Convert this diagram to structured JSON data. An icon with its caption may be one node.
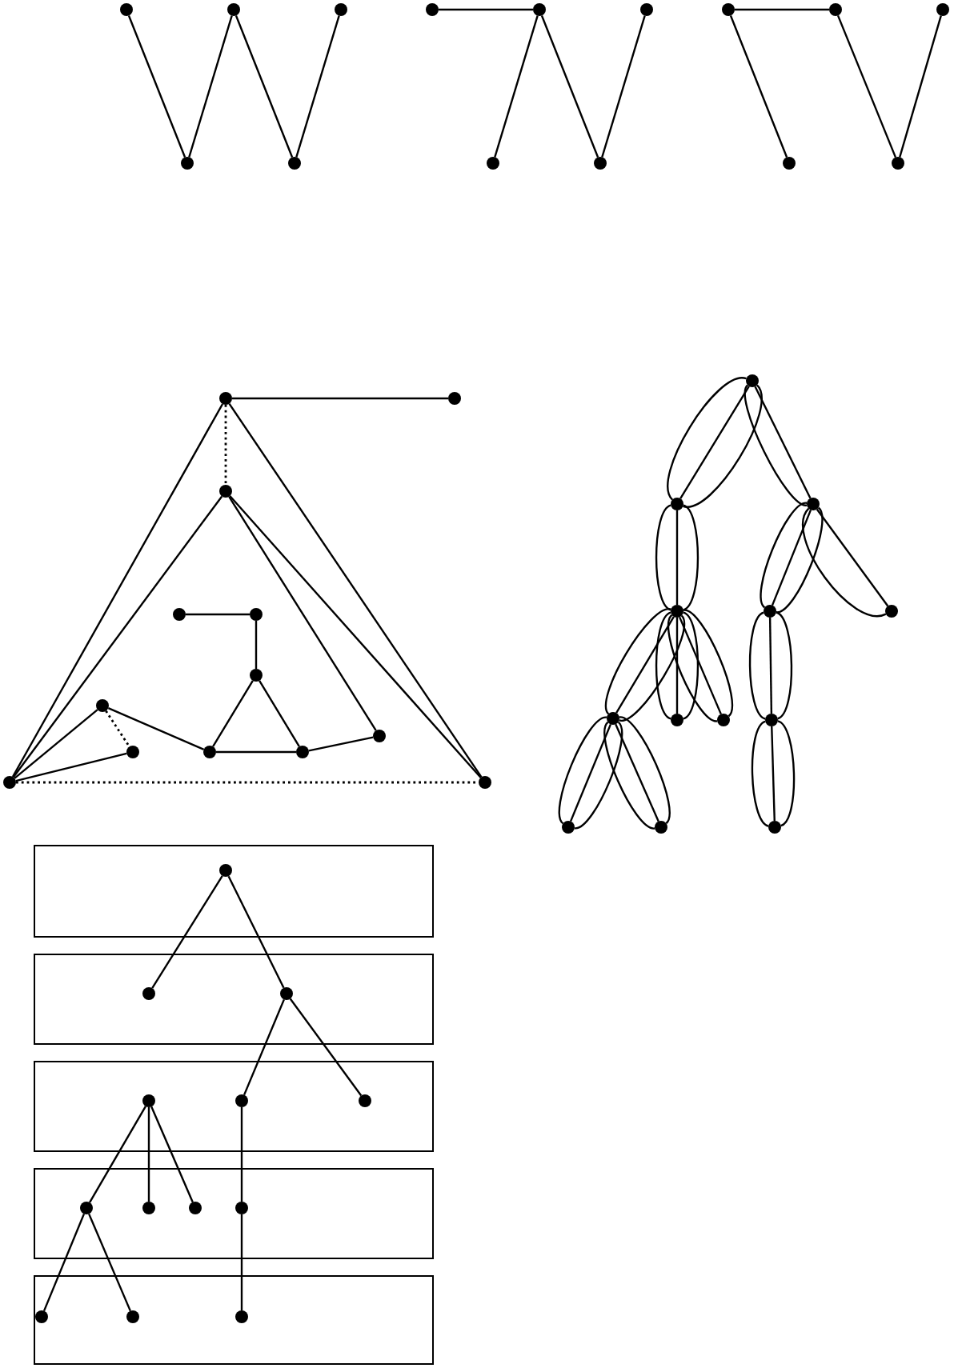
{
  "diagram": {
    "nodes": [
      {
        "text": [],
        "shape": "circle"
      },
      {
        "text": [],
        "shape": "circle"
      },
      {
        "text": [],
        "shape": "circle"
      },
      {
        "text": [],
        "shape": "circle"
      },
      {
        "text": [],
        "shape": "circle"
      },
      {
        "text": [],
        "shape": "circle"
      },
      {
        "text": [],
        "shape": "circle"
      },
      {
        "text": [],
        "shape": "circle"
      },
      {
        "text": [],
        "shape": "circle"
      },
      {
        "text": [],
        "shape": "circle"
      },
      {
        "text": [],
        "shape": "circle"
      },
      {
        "text": [],
        "shape": "circle"
      },
      {
        "text": [],
        "shape": "circle"
      },
      {
        "text": [],
        "shape": "circle"
      },
      {
        "text": [],
        "shape": "circle"
      },
      {
        "text": [],
        "shape": "circle"
      },
      {
        "text": [],
        "shape": "circle"
      },
      {
        "text": [],
        "shape": "circle"
      },
      {
        "text": [],
        "shape": "circle"
      },
      {
        "text": [],
        "shape": "circle"
      },
      {
        "text": [],
        "shape": "circle"
      },
      {
        "text": [],
        "shape": "circle"
      },
      {
        "text": [],
        "shape": "circle"
      },
      {
        "text": [],
        "shape": "circle"
      },
      {
        "text": [],
        "shape": "circle"
      },
      {
        "text": [],
        "shape": "circle"
      },
      {
        "text": [],
        "shape": "circle"
      },
      {
        "text": [],
        "shape": "circle"
      },
      {
        "text": [],
        "shape": "circle"
      },
      {
        "text": [],
        "shape": "circle"
      },
      {
        "text": [],
        "shape": "circle"
      },
      {
        "text": [],
        "shape": "circle"
      },
      {
        "text": [],
        "shape": "circle"
      },
      {
        "text": [],
        "shape": "circle"
      },
      {
        "text": [],
        "shape": "circle"
      },
      {
        "text": [],
        "shape": "circle"
      },
      {
        "text": [],
        "shape": "circle"
      },
      {
        "text": [],
        "shape": "circle"
      },
      {
        "text": [],
        "shape": "circle"
      },
      {
        "text": [],
        "shape": "circle"
      },
      {
        "text": [],
        "shape": "circle"
      },
      {
        "text": [],
        "shape": "box"
      },
      {
        "text": [],
        "shape": "circle",
        "in": 41
      },
      {
        "text": [],
        "shape": "box"
      },
      {
        "text": [],
        "shape": "circle",
        "in": 43
      },
      {
        "text": [],
        "shape": "circle",
        "in": 43
      },
      {
        "text": [],
        "shape": "box"
      },
      {
        "text": [],
        "shape": "circle",
        "in": 46
      },
      {
        "text": [],
        "shape": "circle",
        "in": 46
      },
      {
        "text": [],
        "shape": "circle",
        "in": 46
      },
      {
        "text": [],
        "shape": "box"
      },
      {
        "text": [],
        "shape": "circle",
        "in": 50
      },
      {
        "text": [],
        "shape": "circle",
        "in": 50
      },
      {
        "text": [],
        "shape": "circle",
        "in": 50
      },
      {
        "text": [],
        "shape": "circle",
        "in": 50
      },
      {
        "text": [],
        "shape": "box"
      },
      {
        "text": [],
        "shape": "circle",
        "in": 55
      },
      {
        "text": [],
        "shape": "circle",
        "in": 55
      },
      {
        "text": [],
        "shape": "circle",
        "in": 55
      }
    ],
    "edges": [
      {
        "from": 0,
        "to": 3,
        "arrow": "none"
      },
      {
        "from": 3,
        "to": 1,
        "arrow": "none"
      },
      {
        "from": 1,
        "to": 4,
        "arrow": "none"
      },
      {
        "from": 4,
        "to": 2,
        "arrow": "none"
      },
      {
        "from": 5,
        "to": 6,
        "arrow": "none"
      },
      {
        "from": 6,
        "to": 8,
        "arrow": "none"
      },
      {
        "from": 6,
        "to": 9,
        "arrow": "none"
      },
      {
        "from": 9,
        "to": 7,
        "arrow": "none"
      },
      {
        "from": 10,
        "to": 11,
        "arrow": "none"
      },
      {
        "from": 10,
        "to": 13,
        "arrow": "none"
      },
      {
        "from": 11,
        "to": 14,
        "arrow": "none"
      },
      {
        "from": 14,
        "to": 12,
        "arrow": "none"
      },
      {
        "from": 15,
        "to": 16,
        "arrow": "none"
      },
      {
        "from": 15,
        "to": 17,
        "arrow": "none",
        "style": "dashed"
      },
      {
        "from": 15,
        "to": 26,
        "arrow": "none"
      },
      {
        "from": 15,
        "to": 27,
        "arrow": "none"
      },
      {
        "from": 17,
        "to": 26,
        "arrow": "none"
      },
      {
        "from": 17,
        "to": 22,
        "arrow": "none"
      },
      {
        "from": 17,
        "to": 27,
        "arrow": "none"
      },
      {
        "from": 18,
        "to": 19,
        "arrow": "none"
      },
      {
        "from": 19,
        "to": 20,
        "arrow": "none"
      },
      {
        "from": 20,
        "to": 24,
        "arrow": "none"
      },
      {
        "from": 20,
        "to": 25,
        "arrow": "none"
      },
      {
        "from": 24,
        "to": 25,
        "arrow": "none"
      },
      {
        "from": 25,
        "to": 22,
        "arrow": "none"
      },
      {
        "from": 21,
        "to": 24,
        "arrow": "none"
      },
      {
        "from": 21,
        "to": 23,
        "arrow": "none",
        "style": "dashed"
      },
      {
        "from": 21,
        "to": 26,
        "arrow": "none"
      },
      {
        "from": 23,
        "to": 26,
        "arrow": "none"
      },
      {
        "from": 26,
        "to": 27,
        "arrow": "none",
        "style": "dashed"
      },
      {
        "from": 28,
        "to": 29,
        "arrow": "none"
      },
      {
        "from": 28,
        "to": 29,
        "arrow": "none"
      },
      {
        "from": 28,
        "to": 29,
        "arrow": "none"
      },
      {
        "from": 28,
        "to": 30,
        "arrow": "none"
      },
      {
        "from": 28,
        "to": 30,
        "arrow": "none"
      },
      {
        "from": 29,
        "to": 31,
        "arrow": "none"
      },
      {
        "from": 29,
        "to": 31,
        "arrow": "none"
      },
      {
        "from": 29,
        "to": 31,
        "arrow": "none"
      },
      {
        "from": 30,
        "to": 32,
        "arrow": "none"
      },
      {
        "from": 30,
        "to": 32,
        "arrow": "none"
      },
      {
        "from": 30,
        "to": 32,
        "arrow": "none"
      },
      {
        "from": 30,
        "to": 33,
        "arrow": "none"
      },
      {
        "from": 30,
        "to": 33,
        "arrow": "none"
      },
      {
        "from": 31,
        "to": 34,
        "arrow": "none"
      },
      {
        "from": 31,
        "to": 34,
        "arrow": "none"
      },
      {
        "from": 31,
        "to": 34,
        "arrow": "none"
      },
      {
        "from": 31,
        "to": 35,
        "arrow": "none"
      },
      {
        "from": 31,
        "to": 35,
        "arrow": "none"
      },
      {
        "from": 31,
        "to": 35,
        "arrow": "none"
      },
      {
        "from": 31,
        "to": 36,
        "arrow": "none"
      },
      {
        "from": 31,
        "to": 36,
        "arrow": "none"
      },
      {
        "from": 31,
        "to": 36,
        "arrow": "none"
      },
      {
        "from": 32,
        "to": 37,
        "arrow": "none"
      },
      {
        "from": 32,
        "to": 37,
        "arrow": "none"
      },
      {
        "from": 32,
        "to": 37,
        "arrow": "none"
      },
      {
        "from": 34,
        "to": 38,
        "arrow": "none"
      },
      {
        "from": 34,
        "to": 38,
        "arrow": "none"
      },
      {
        "from": 34,
        "to": 38,
        "arrow": "none"
      },
      {
        "from": 34,
        "to": 39,
        "arrow": "none"
      },
      {
        "from": 34,
        "to": 39,
        "arrow": "none"
      },
      {
        "from": 34,
        "to": 39,
        "arrow": "none"
      },
      {
        "from": 37,
        "to": 40,
        "arrow": "none"
      },
      {
        "from": 37,
        "to": 40,
        "arrow": "none"
      },
      {
        "from": 37,
        "to": 40,
        "arrow": "none"
      },
      {
        "from": 42,
        "to": 44,
        "arrow": "none"
      },
      {
        "from": 42,
        "to": 45,
        "arrow": "none"
      },
      {
        "from": 45,
        "to": 48,
        "arrow": "none"
      },
      {
        "from": 45,
        "to": 49,
        "arrow": "none"
      },
      {
        "from": 47,
        "to": 51,
        "arrow": "none"
      },
      {
        "from": 47,
        "to": 52,
        "arrow": "none"
      },
      {
        "from": 47,
        "to": 53,
        "arrow": "none"
      },
      {
        "from": 48,
        "to": 54,
        "arrow": "none"
      },
      {
        "from": 51,
        "to": 56,
        "arrow": "none"
      },
      {
        "from": 51,
        "to": 57,
        "arrow": "none"
      },
      {
        "from": 54,
        "to": 58,
        "arrow": "none"
      }
    ]
  }
}
